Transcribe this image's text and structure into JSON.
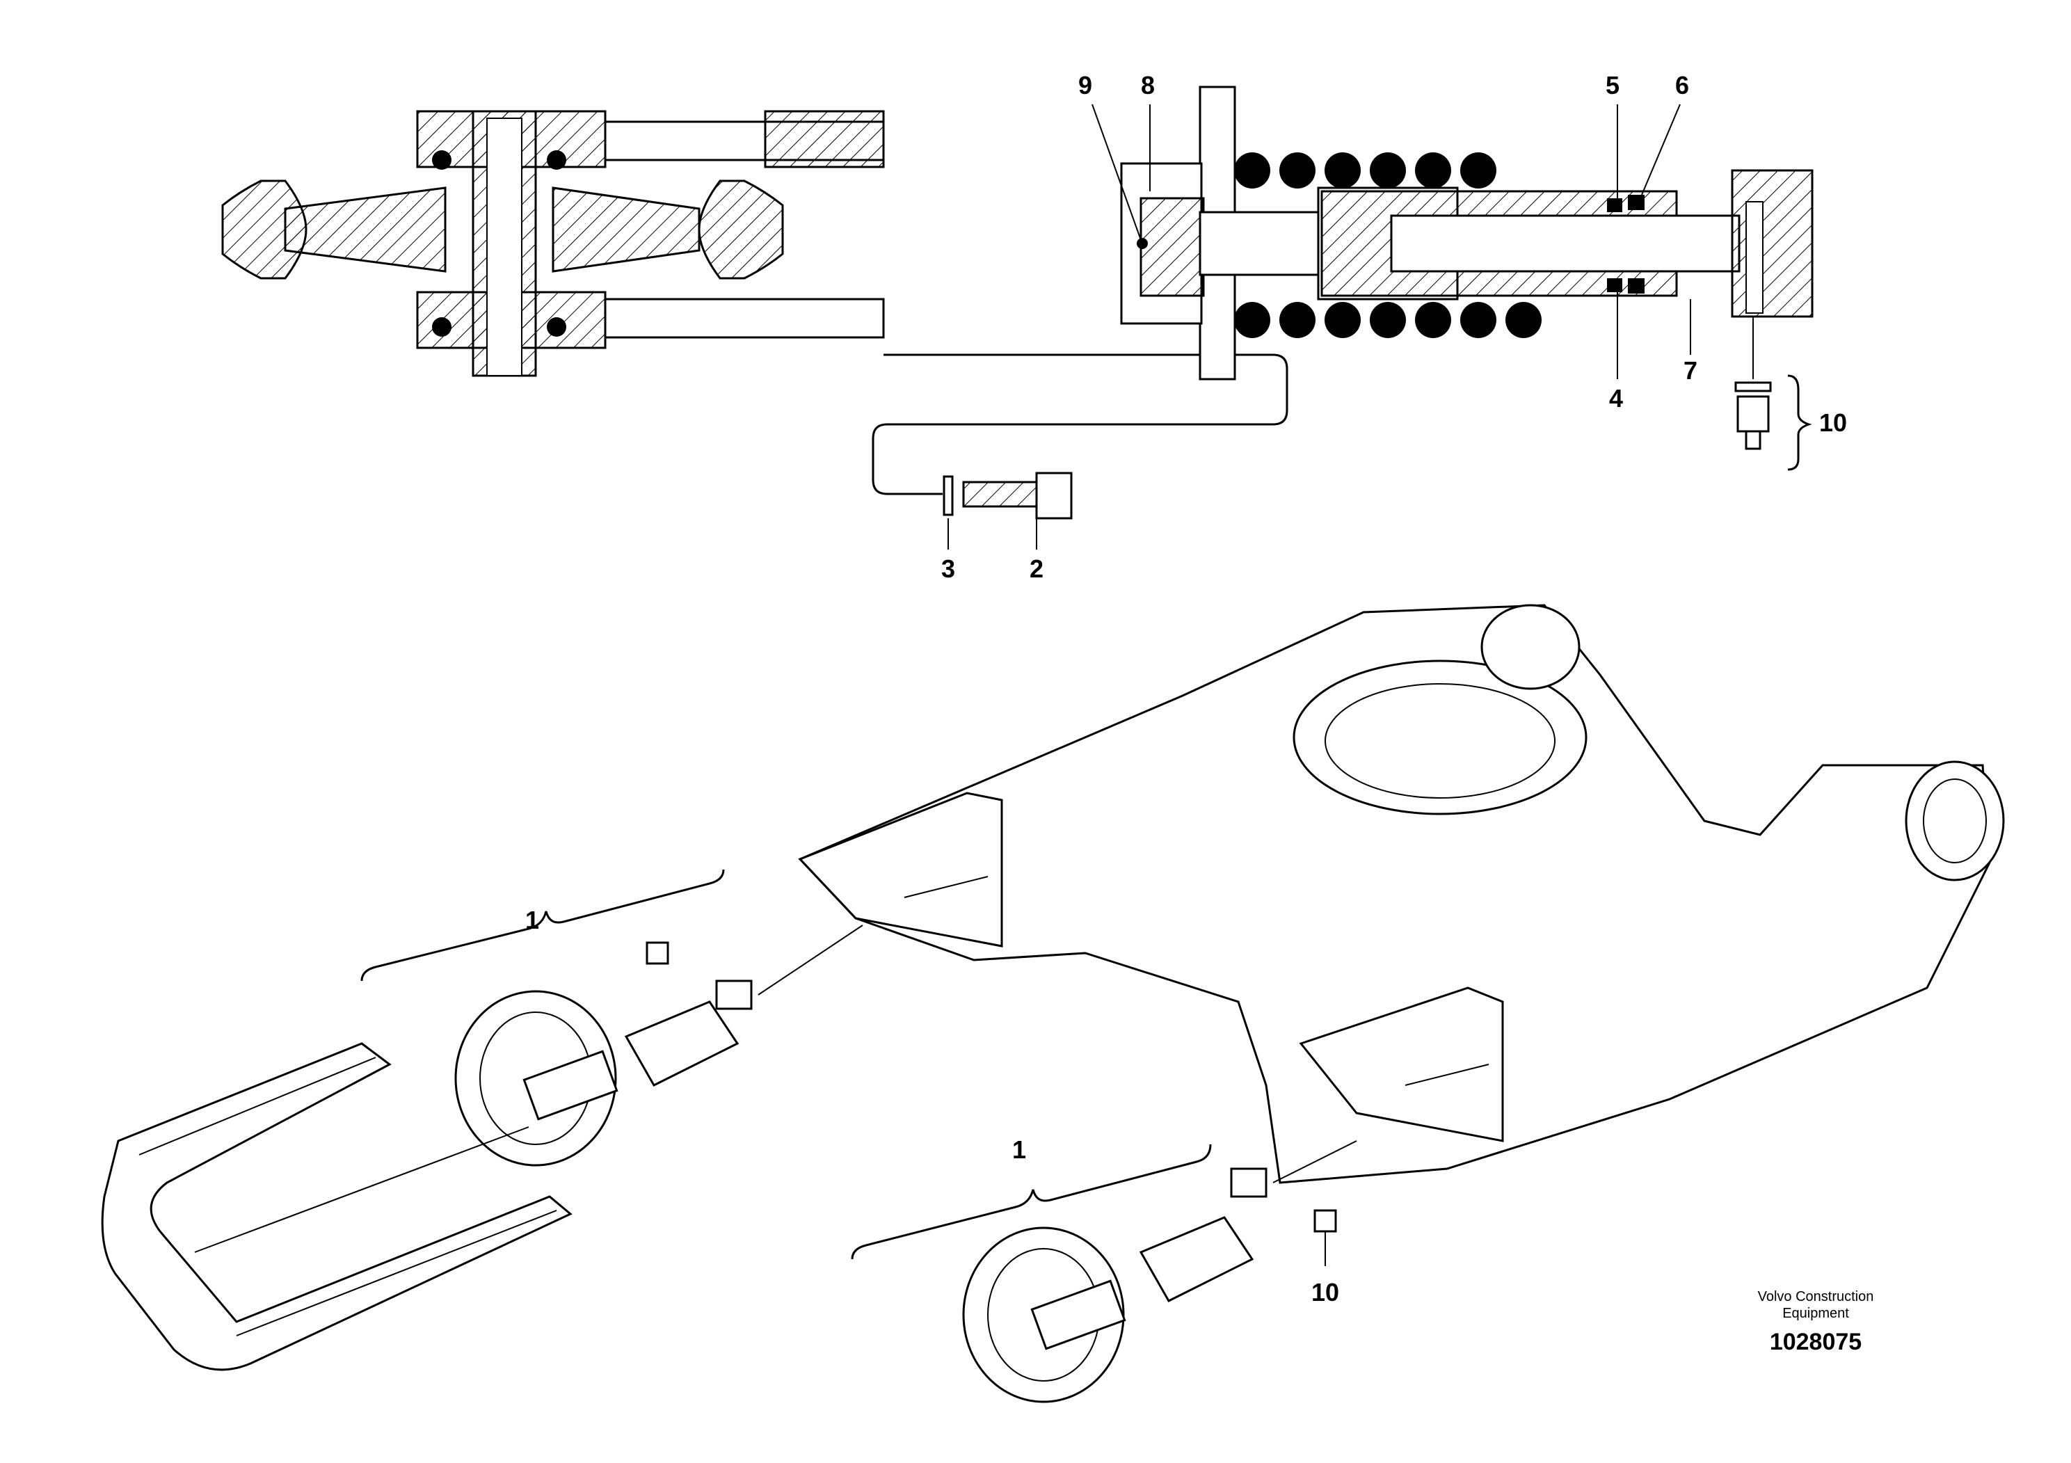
{
  "callouts": {
    "c1_upper": "1",
    "c1_lower": "1",
    "c2": "2",
    "c3": "3",
    "c4": "4",
    "c5": "5",
    "c6": "6",
    "c7": "7",
    "c8": "8",
    "c9": "9",
    "c10_top": "10",
    "c10_bottom": "10"
  },
  "brand": {
    "line1": "Volvo Construction",
    "line2": "Equipment"
  },
  "drawing_number": "1028075"
}
